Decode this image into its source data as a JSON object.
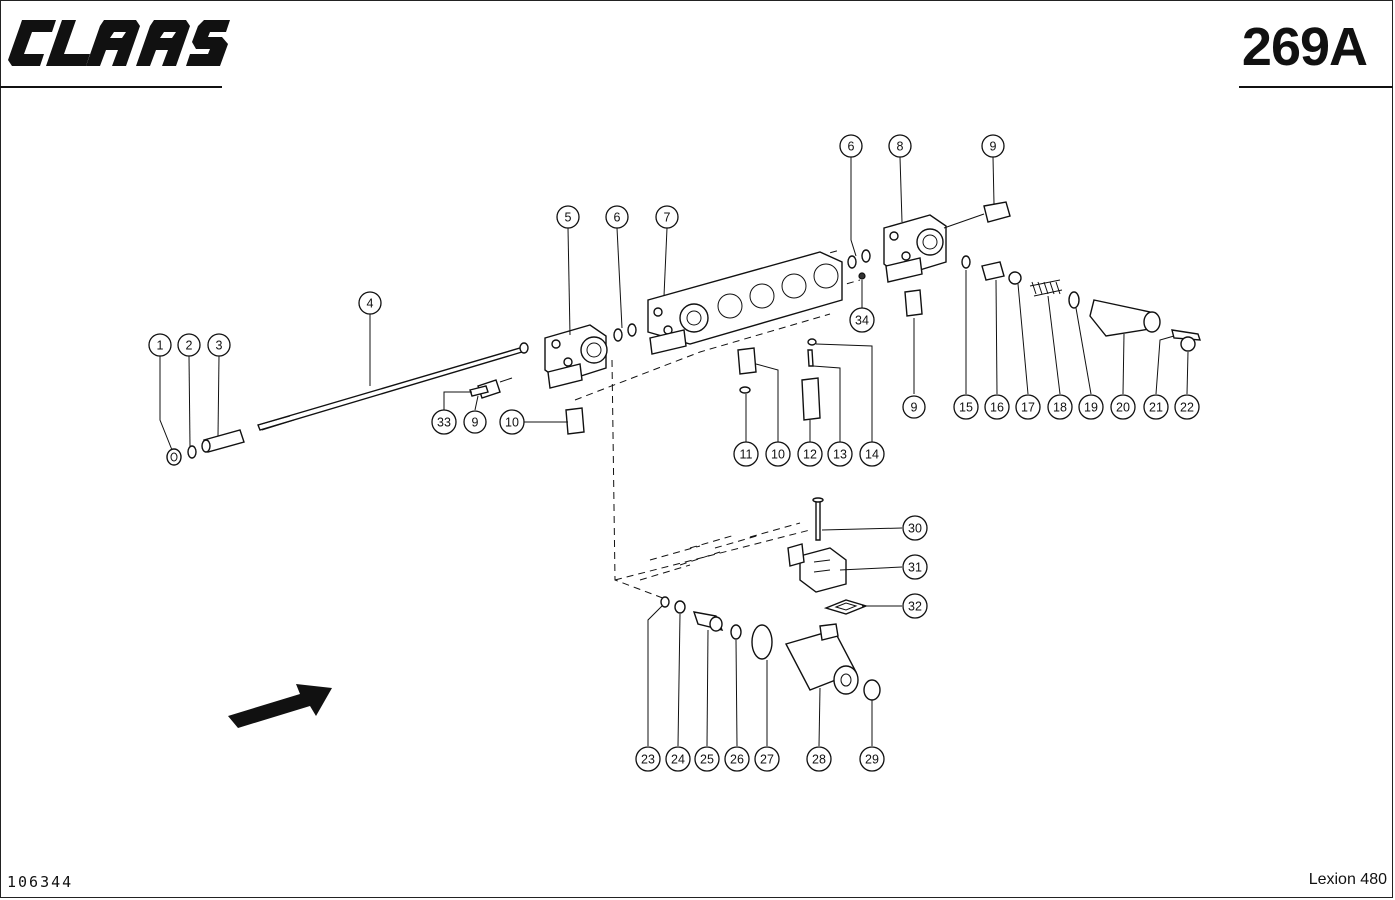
{
  "header": {
    "brand_name": "CLAAS",
    "sheet_code": "269A"
  },
  "footer": {
    "drawing_number": "106344",
    "model_name": "Lexion 480"
  },
  "callouts": [
    "1",
    "2",
    "3",
    "4",
    "5",
    "6",
    "7",
    "6",
    "8",
    "9",
    "9",
    "10",
    "10",
    "11",
    "12",
    "13",
    "14",
    "9",
    "15",
    "16",
    "17",
    "18",
    "19",
    "20",
    "21",
    "22",
    "23",
    "24",
    "25",
    "26",
    "27",
    "28",
    "29",
    "30",
    "31",
    "32",
    "33",
    "34"
  ]
}
